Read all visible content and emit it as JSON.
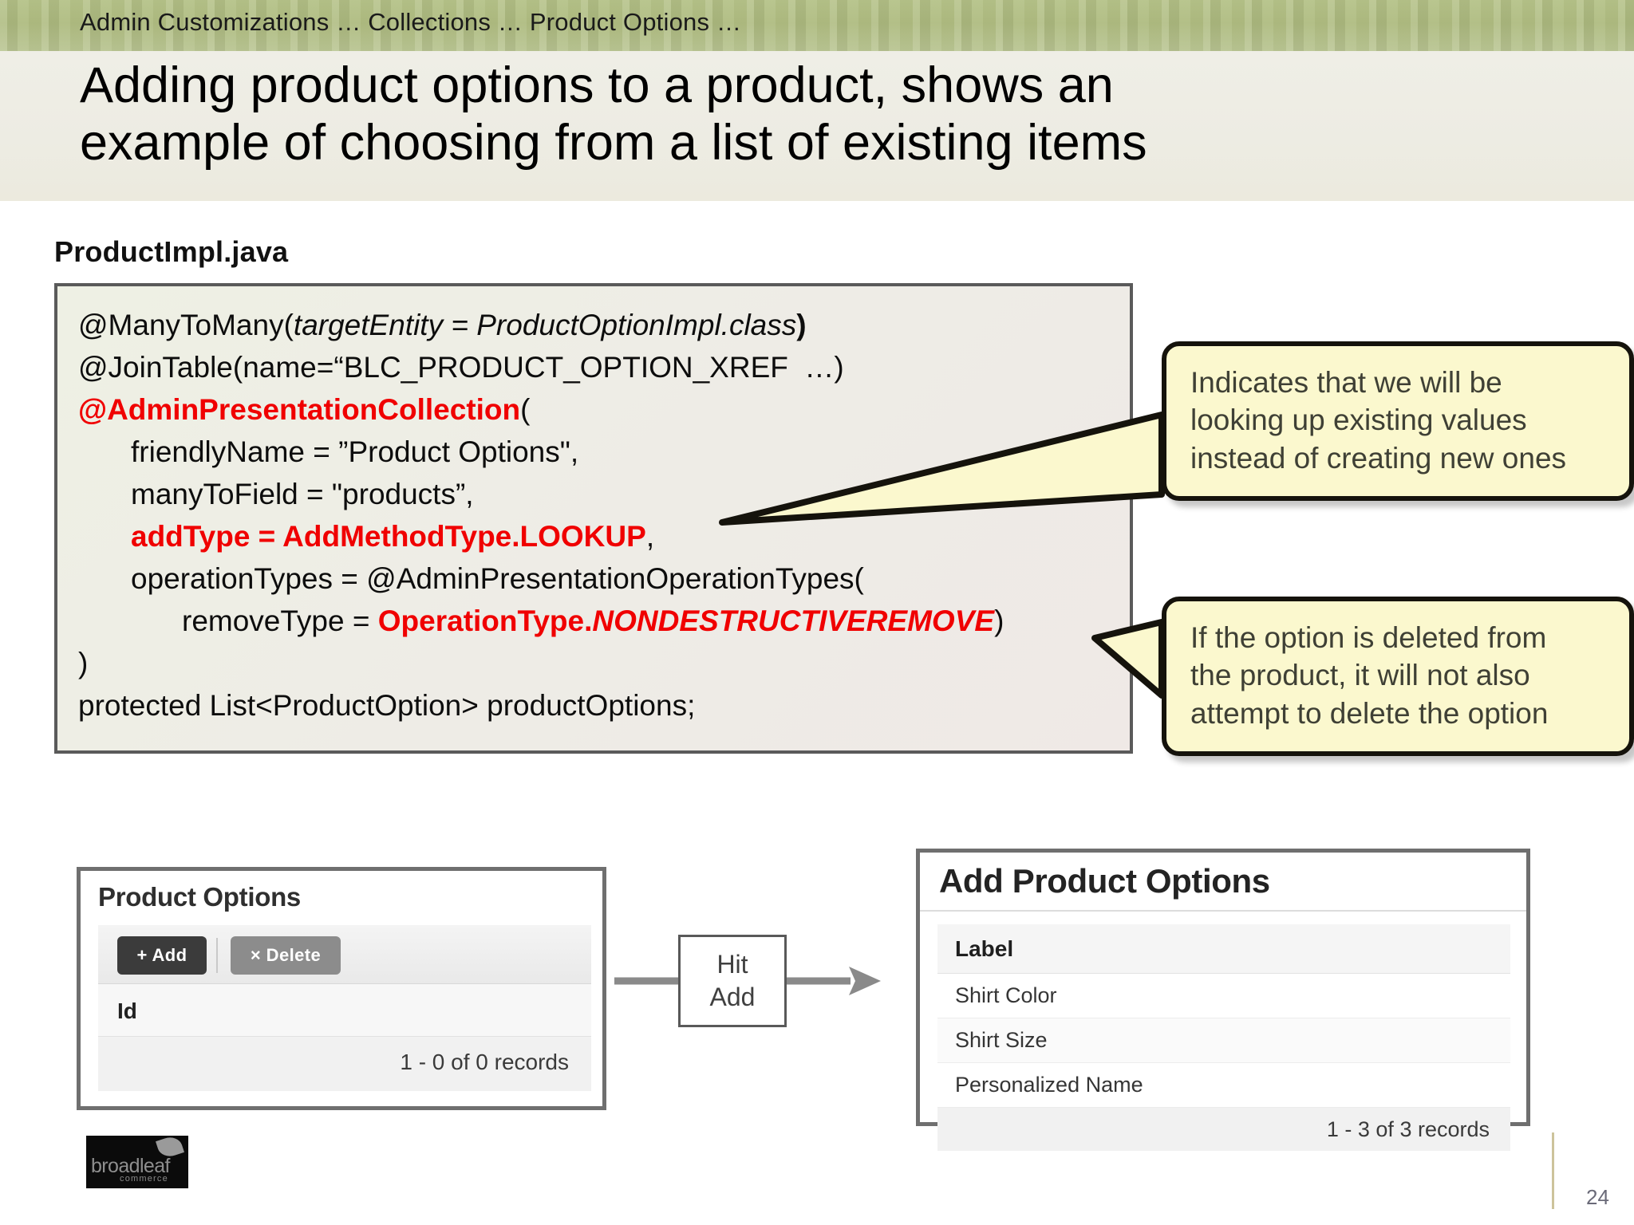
{
  "header": {
    "breadcrumb": "Admin Customizations … Collections … Product Options …",
    "title": "Adding product options to a product, shows an\nexample of choosing from a list of existing items"
  },
  "code_section": {
    "file_caption": "ProductImpl.java",
    "lines": [
      {
        "id": "line-manytomany",
        "plain_text": "@ManyToMany(targetEntity = ProductOptionImpl.class)"
      },
      {
        "id": "line-jointable",
        "plain_text": "@JoinTable(name=“BLC_PRODUCT_OPTION_XREF  …)"
      },
      {
        "id": "line-collection",
        "plain_text": "@AdminPresentationCollection("
      },
      {
        "id": "line-friendlyname",
        "plain_text": "friendlyName = ”Product Options\","
      },
      {
        "id": "line-manytofield",
        "plain_text": "manyToField = \"products”,"
      },
      {
        "id": "line-addtype",
        "plain_text": "addType = AddMethodType.LOOKUP,"
      },
      {
        "id": "line-optypes",
        "plain_text": "operationTypes = @AdminPresentationOperationTypes("
      },
      {
        "id": "line-removetype",
        "plain_text": "removeType = OperationType.NONDESTRUCTIVEREMOVE)"
      },
      {
        "id": "line-closeparen",
        "plain_text": ")"
      },
      {
        "id": "line-field",
        "plain_text": "protected List<ProductOption> productOptions;"
      }
    ],
    "tokens": {
      "manytomany_annotation": "@ManyToMany(",
      "manytomany_arg": "targetEntity = ProductOptionImpl.class",
      "manytomany_close": ")",
      "jointable": "@JoinTable(name=“BLC_PRODUCT_OPTION_XREF  …)",
      "collection_annotation": "@AdminPresentationCollection",
      "collection_open": "(",
      "friendlyname": "friendlyName = ”Product Options\",",
      "manytofield": "manyToField = \"products”,",
      "addtype_highlight": "addType = AddMethodType.LOOKUP",
      "addtype_comma": ",",
      "optypes": "operationTypes = @AdminPresentationOperationTypes(",
      "removetype_label": "removeType = ",
      "removetype_class": "OperationType.",
      "removetype_value": "NONDESTRUCTIVEREMOVE",
      "removetype_close": ")",
      "close_paren": ")",
      "field_declaration": "protected List<ProductOption> productOptions;"
    },
    "highlight_color": "#f00000"
  },
  "callouts": [
    {
      "id": "callout-lookup",
      "text": "Indicates that we will be\nlooking up existing values\ninstead of creating new ones",
      "fill": "#fbf8ce",
      "border": "#15130c"
    },
    {
      "id": "callout-remove",
      "text": "If the option is deleted from\nthe product, it will not also\nattempt to delete the option",
      "fill": "#fbf8ce",
      "border": "#15130c"
    }
  ],
  "product_options_panel": {
    "title": "Product Options",
    "add_button": "+ Add",
    "delete_button": "× Delete",
    "column_header": "Id",
    "records": "1 - 0 of 0 records"
  },
  "flow": {
    "hit_label": "Hit",
    "add_label": "Add"
  },
  "add_product_options_panel": {
    "title": "Add Product Options",
    "column_header": "Label",
    "rows": [
      "Shirt Color",
      "Shirt Size",
      "Personalized Name"
    ],
    "records": "1 - 3 of 3 records"
  },
  "footer": {
    "logo_word": "broadleaf",
    "logo_sub": "commerce",
    "page_number": "24"
  }
}
